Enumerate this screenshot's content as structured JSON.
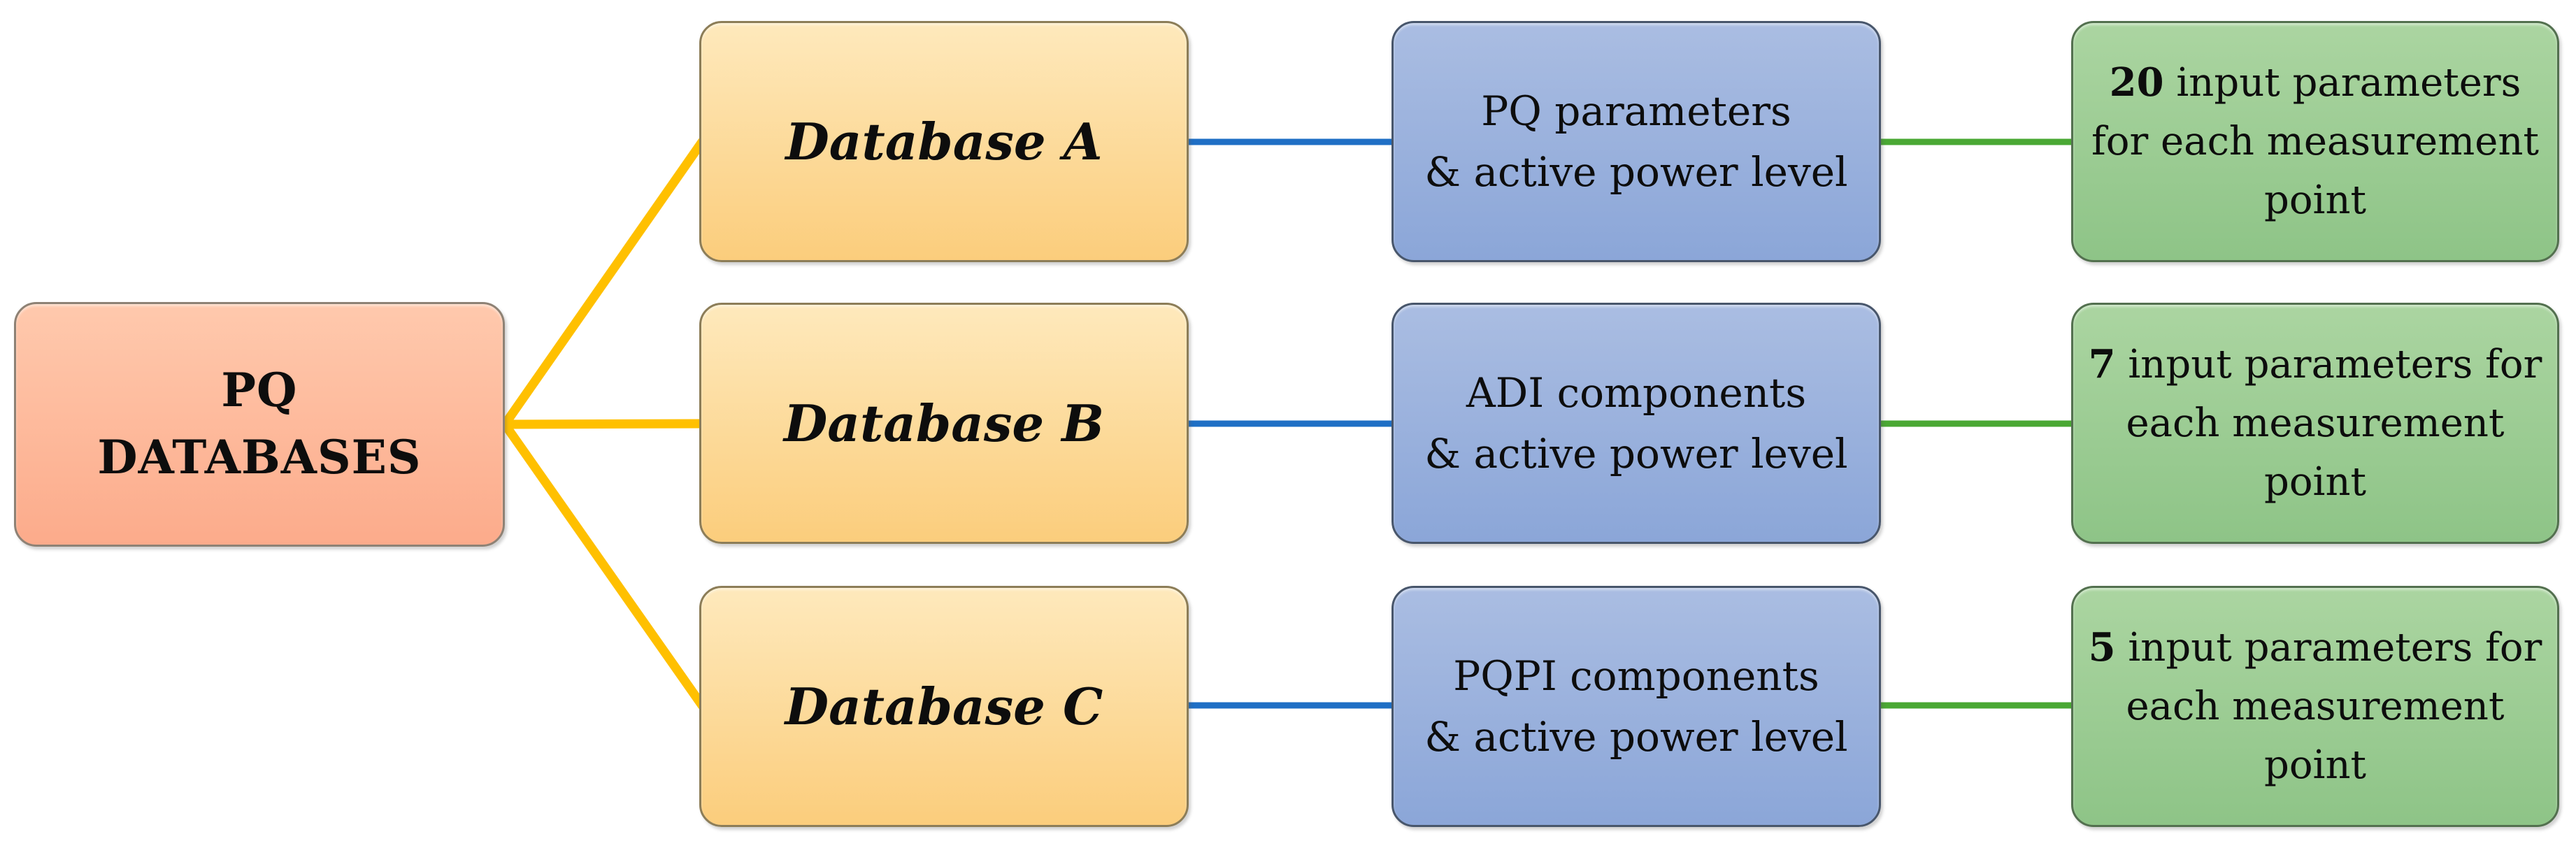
{
  "root": {
    "line1": "PQ",
    "line2": "DATABASES"
  },
  "rows": [
    {
      "database_label": "Database A",
      "params_line1": "PQ parameters",
      "params_line2": "& active power level",
      "inputs_count": "20",
      "inputs_rest": " input parameters for each measurement point"
    },
    {
      "database_label": "Database B",
      "params_line1": "ADI components",
      "params_line2": "& active power level",
      "inputs_count": "7",
      "inputs_rest": " input parameters for each measurement point"
    },
    {
      "database_label": "Database C",
      "params_line1": "PQPI components",
      "params_line2": "& active power level",
      "inputs_count": "5",
      "inputs_rest": " input parameters for each measurement point"
    }
  ],
  "colors": {
    "salmon_top": "#ffc9ad",
    "salmon_bot": "#fcab8b",
    "salmon_border": "#8e8275",
    "gold_top": "#fee9bc",
    "gold_bot": "#fbcd7c",
    "gold_border": "#8c7d58",
    "blue_top": "#aabde2",
    "blue_bot": "#8ba6d8",
    "blue_border": "#48566b",
    "green_top": "#abd5a1",
    "green_bot": "#8ec487",
    "green_border": "#53704f",
    "line_yellow": "#ffc000",
    "line_blue": "#1f6fc5",
    "line_green": "#4aa834",
    "text_color": "#0d0d0d"
  }
}
